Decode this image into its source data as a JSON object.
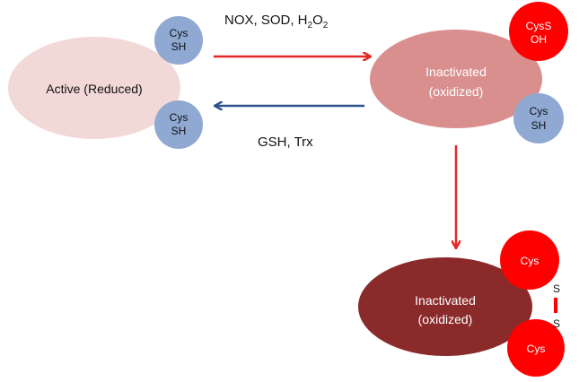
{
  "states": {
    "active": {
      "label": "Active (Reduced)",
      "fill": "#f2d9d8"
    },
    "inactivated_1": {
      "line1": "Inactivated",
      "line2": "(oxidized)",
      "fill": "#d98f8e"
    },
    "inactivated_2": {
      "line1": "Inactivated",
      "line2": "(oxidized)",
      "fill": "#8b2a2a"
    }
  },
  "residues": {
    "active_top": {
      "line1": "Cys",
      "line2": "SH"
    },
    "active_bottom": {
      "line1": "Cys",
      "line2": "SH"
    },
    "sulfenic": {
      "line1": "CysS",
      "line2": "OH"
    },
    "inact_thiol": {
      "line1": "Cys",
      "line2": "SH"
    },
    "disulfide_top": {
      "label": "Cys"
    },
    "disulfide_bottom": {
      "label": "Cys"
    },
    "s_top": "S",
    "s_bottom": "S"
  },
  "arrows": {
    "oxidation": {
      "text": "NOX, SOD, H",
      "sub1": "2",
      "mid": "O",
      "sub2": "2",
      "color": "#e52727"
    },
    "reduction": {
      "text": "GSH, Trx",
      "color": "#2f528f"
    },
    "further_oxidation": {
      "color": "#e52727"
    }
  },
  "colors": {
    "cys_blue": "#8fa9d3",
    "cys_red": "#ff0000",
    "text_dark": "#111111",
    "text_light": "#ffffff"
  }
}
